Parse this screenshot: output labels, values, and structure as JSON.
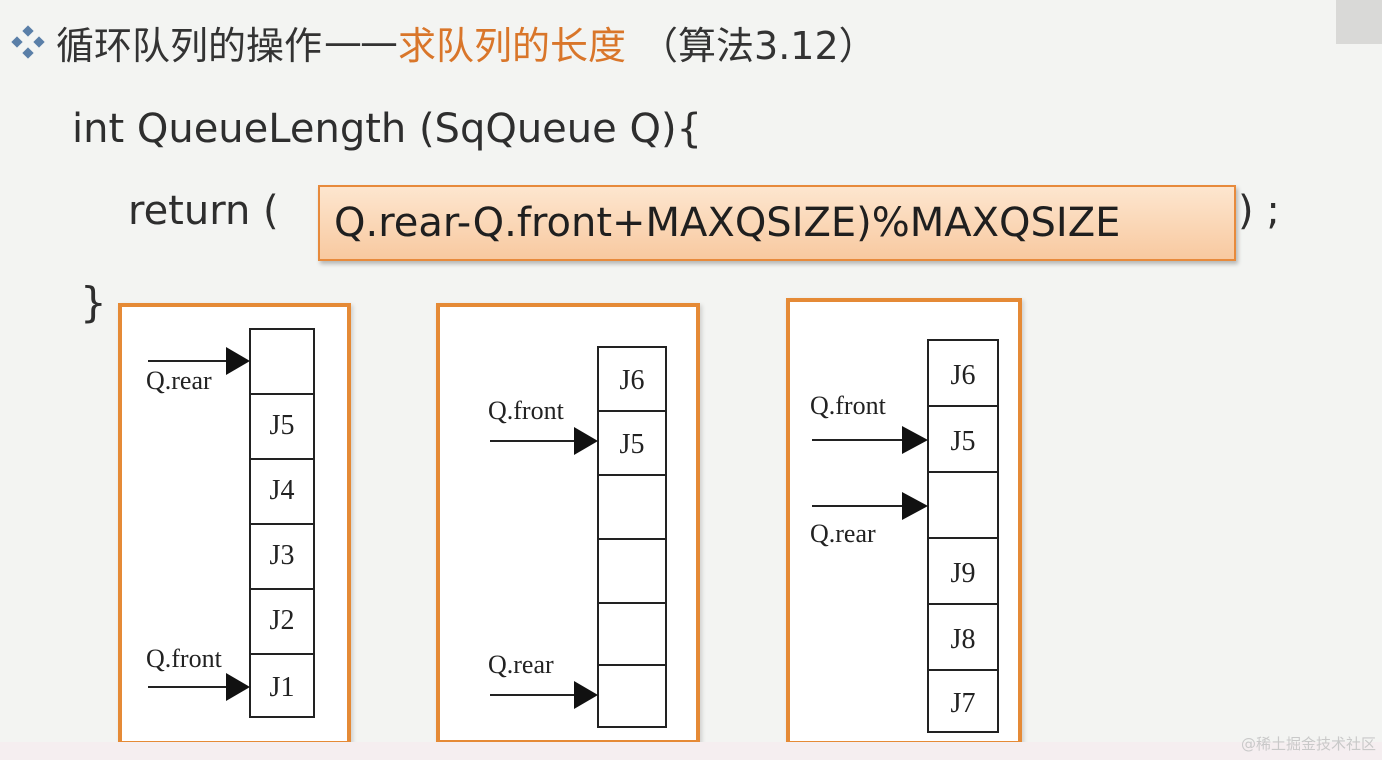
{
  "slide": {
    "title_main": "循环队列的操作",
    "title_dash": "——",
    "title_highlight": "求队列的长度",
    "title_paren": "（算法3.12）",
    "bullet_icon": "diamond-dots-icon",
    "accent_color": "#d9762a"
  },
  "code": {
    "line1": "int  QueueLength (SqQueue Q){",
    "line2_start": "return (",
    "line2_expr": "Q.rear-Q.front+MAXQSIZE)%MAXQSIZE",
    "line2_end": ")  ;",
    "line3": "}"
  },
  "diagrams": [
    {
      "cells": [
        "",
        "J5",
        "J4",
        "J3",
        "J2",
        "J1"
      ],
      "rear_label": "Q.rear",
      "front_label": "Q.front"
    },
    {
      "cells": [
        "J6",
        "J5",
        "",
        "",
        "",
        ""
      ],
      "front_label": "Q.front",
      "rear_label": "Q.rear"
    },
    {
      "cells": [
        "J6",
        "J5",
        "",
        "J9",
        "J8",
        "J7"
      ],
      "front_label": "Q.front",
      "rear_label": "Q.rear"
    }
  ],
  "watermark": "@稀土掘金技术社区"
}
